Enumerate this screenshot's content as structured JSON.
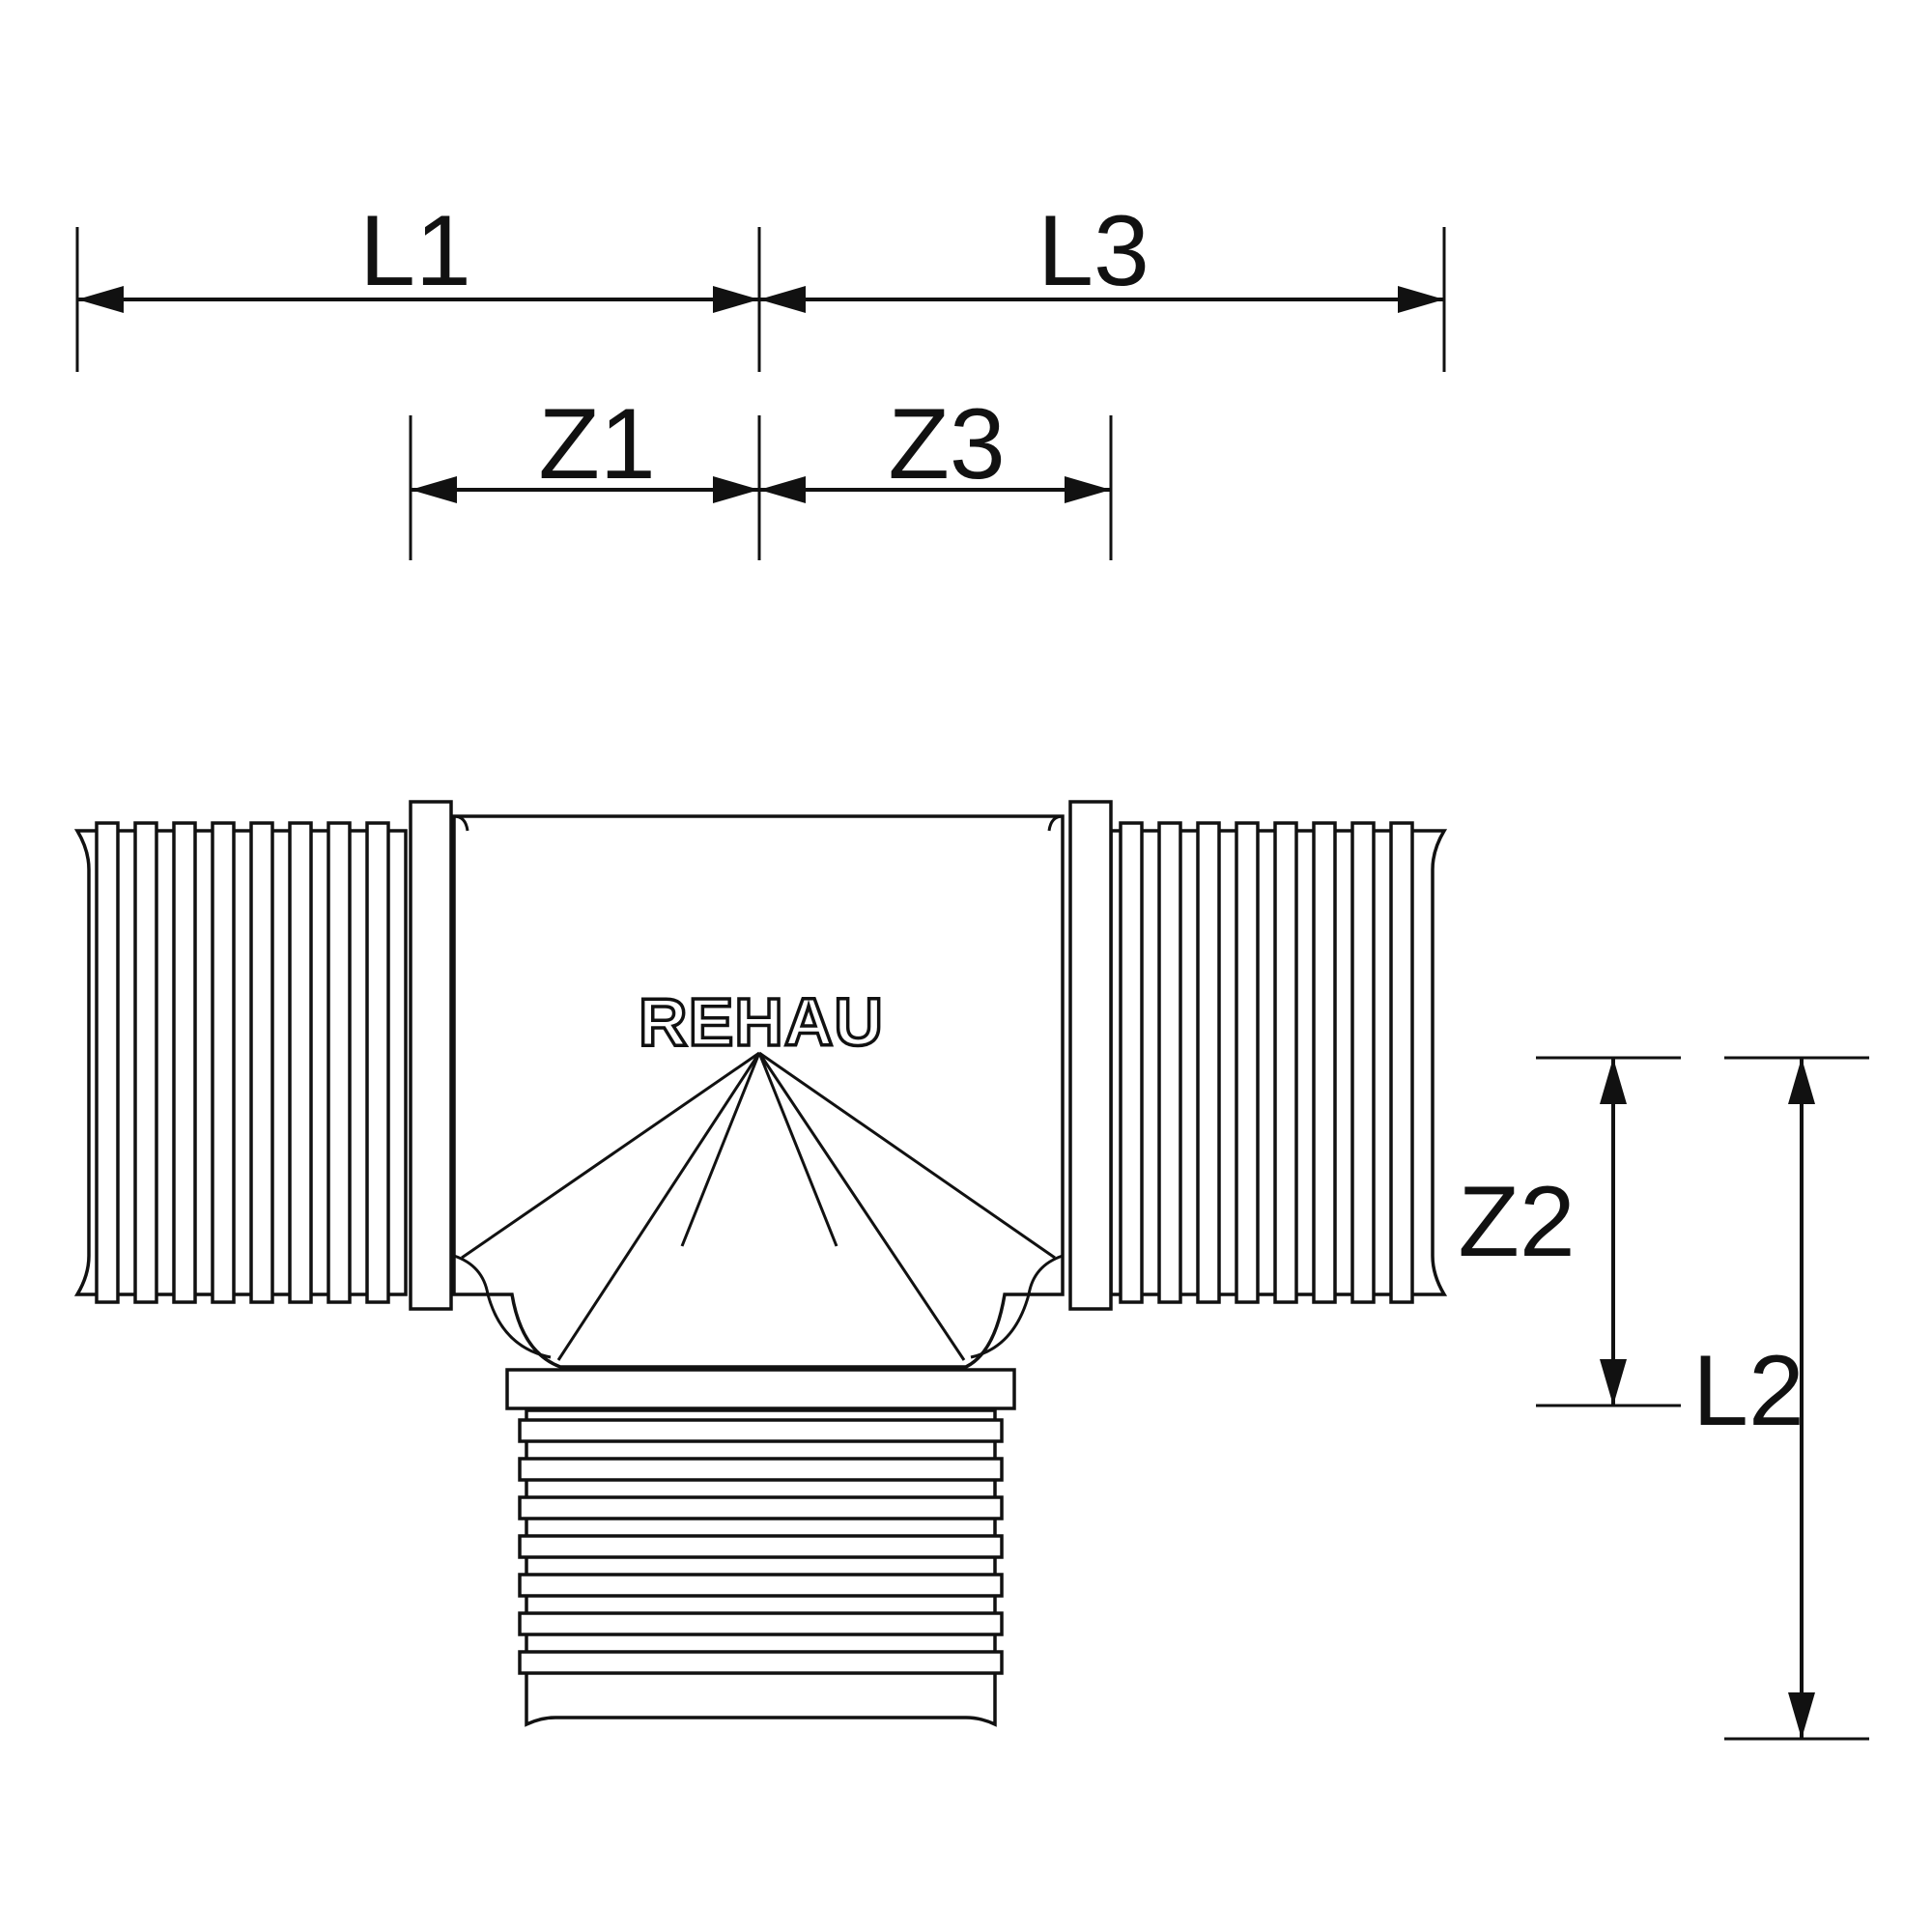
{
  "dimensions": {
    "L1": "L1",
    "L2": "L2",
    "L3": "L3",
    "Z1": "Z1",
    "Z2": "Z2",
    "Z3": "Z3"
  },
  "brand": {
    "logo_text": "REHAU"
  },
  "colors": {
    "line": "#111111",
    "background": "#ffffff"
  }
}
